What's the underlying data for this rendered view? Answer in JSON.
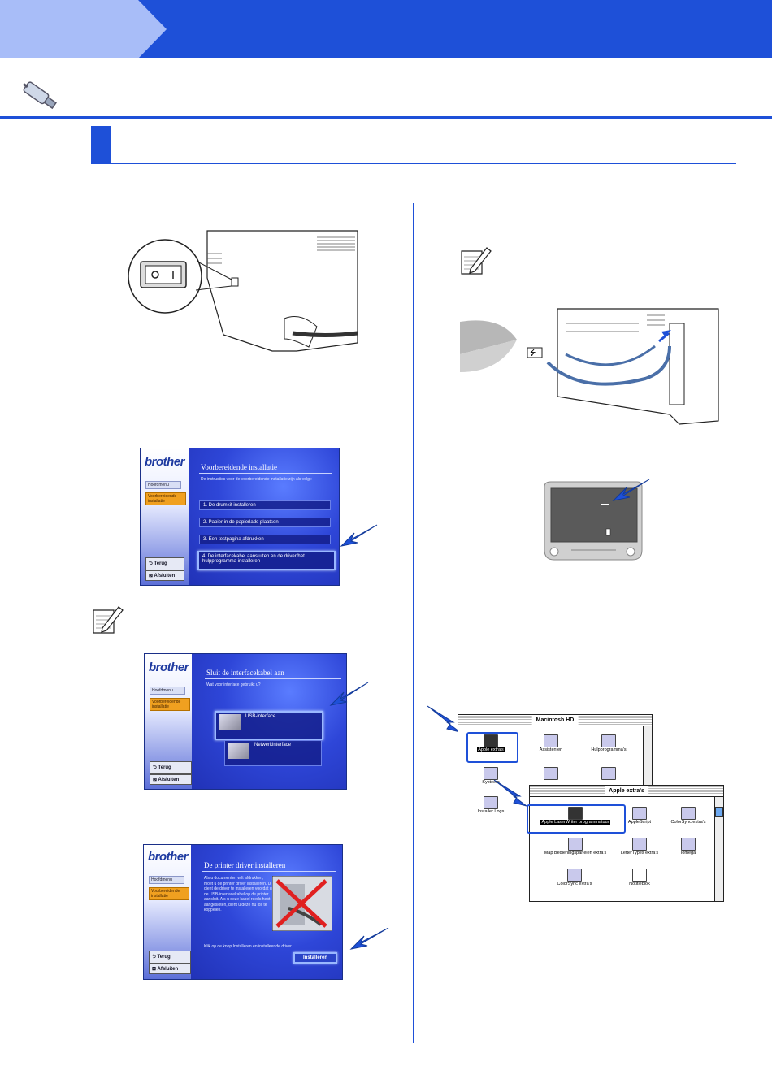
{
  "header": {
    "tab_color": "#a8bdf8",
    "band_color": "#1e50d8"
  },
  "usb_icon": "usb-cable-icon",
  "note_icon": "note-pencil-icon",
  "installer1": {
    "logo": "brother",
    "title": "Voorbereidende installatie",
    "subtitle": "De instructies voor de voorbereidende installatie zijn als volgt:",
    "menu_main": "Hoofdmenu",
    "menu_current": "Voorbereidende installatie",
    "options": [
      "1. De drumkit installeren",
      "2. Papier in de papierlade plaatsen",
      "3. Een testpagina afdrukken",
      "4. De interfacekabel aansluiten en de driver/het hulpprogramma installeren"
    ],
    "back": "Terug",
    "close": "Afsluiten"
  },
  "installer2": {
    "logo": "brother",
    "title": "Sluit de interfacekabel aan",
    "subtitle": "Wat voor interface gebruikt u?",
    "menu_main": "Hoofdmenu",
    "menu_current": "Voorbereidende installatie",
    "usb": "USB-interface",
    "network": "Netwerkinterface",
    "back": "Terug",
    "close": "Afsluiten"
  },
  "installer3": {
    "logo": "brother",
    "title": "De printer driver installeren",
    "body": "Als u documenten wilt afdrukken, moet u de printer driver installeren. U dient de driver te installeren voordat u de USB-interfacekabel op de printer aansluit. Als u deze kabel reeds hebt aangesloten, dient u deze nu los te koppelen.",
    "footer": "Klik op de knop Installeren en installeer de driver.",
    "install": "Installeren",
    "menu_main": "Hoofdmenu",
    "menu_current": "Voorbereidende installatie",
    "back": "Terug",
    "close": "Afsluiten"
  },
  "mac_hd": {
    "title": "Macintosh HD",
    "items": [
      "Apple extra's",
      "Assistenten",
      "Hulpprogramma's",
      "Systeem",
      "",
      "",
      "Installer Logs"
    ]
  },
  "apple_extras": {
    "title": "Apple extra's",
    "items": [
      "Apple LaserWriter programmatuur",
      "AppleScript",
      "ColorSync extra's",
      "Map Bedieningspanelen extra's",
      "LetterTypes extra's",
      "Iomega",
      "ColorSync extra's",
      "Notitieblok"
    ]
  }
}
